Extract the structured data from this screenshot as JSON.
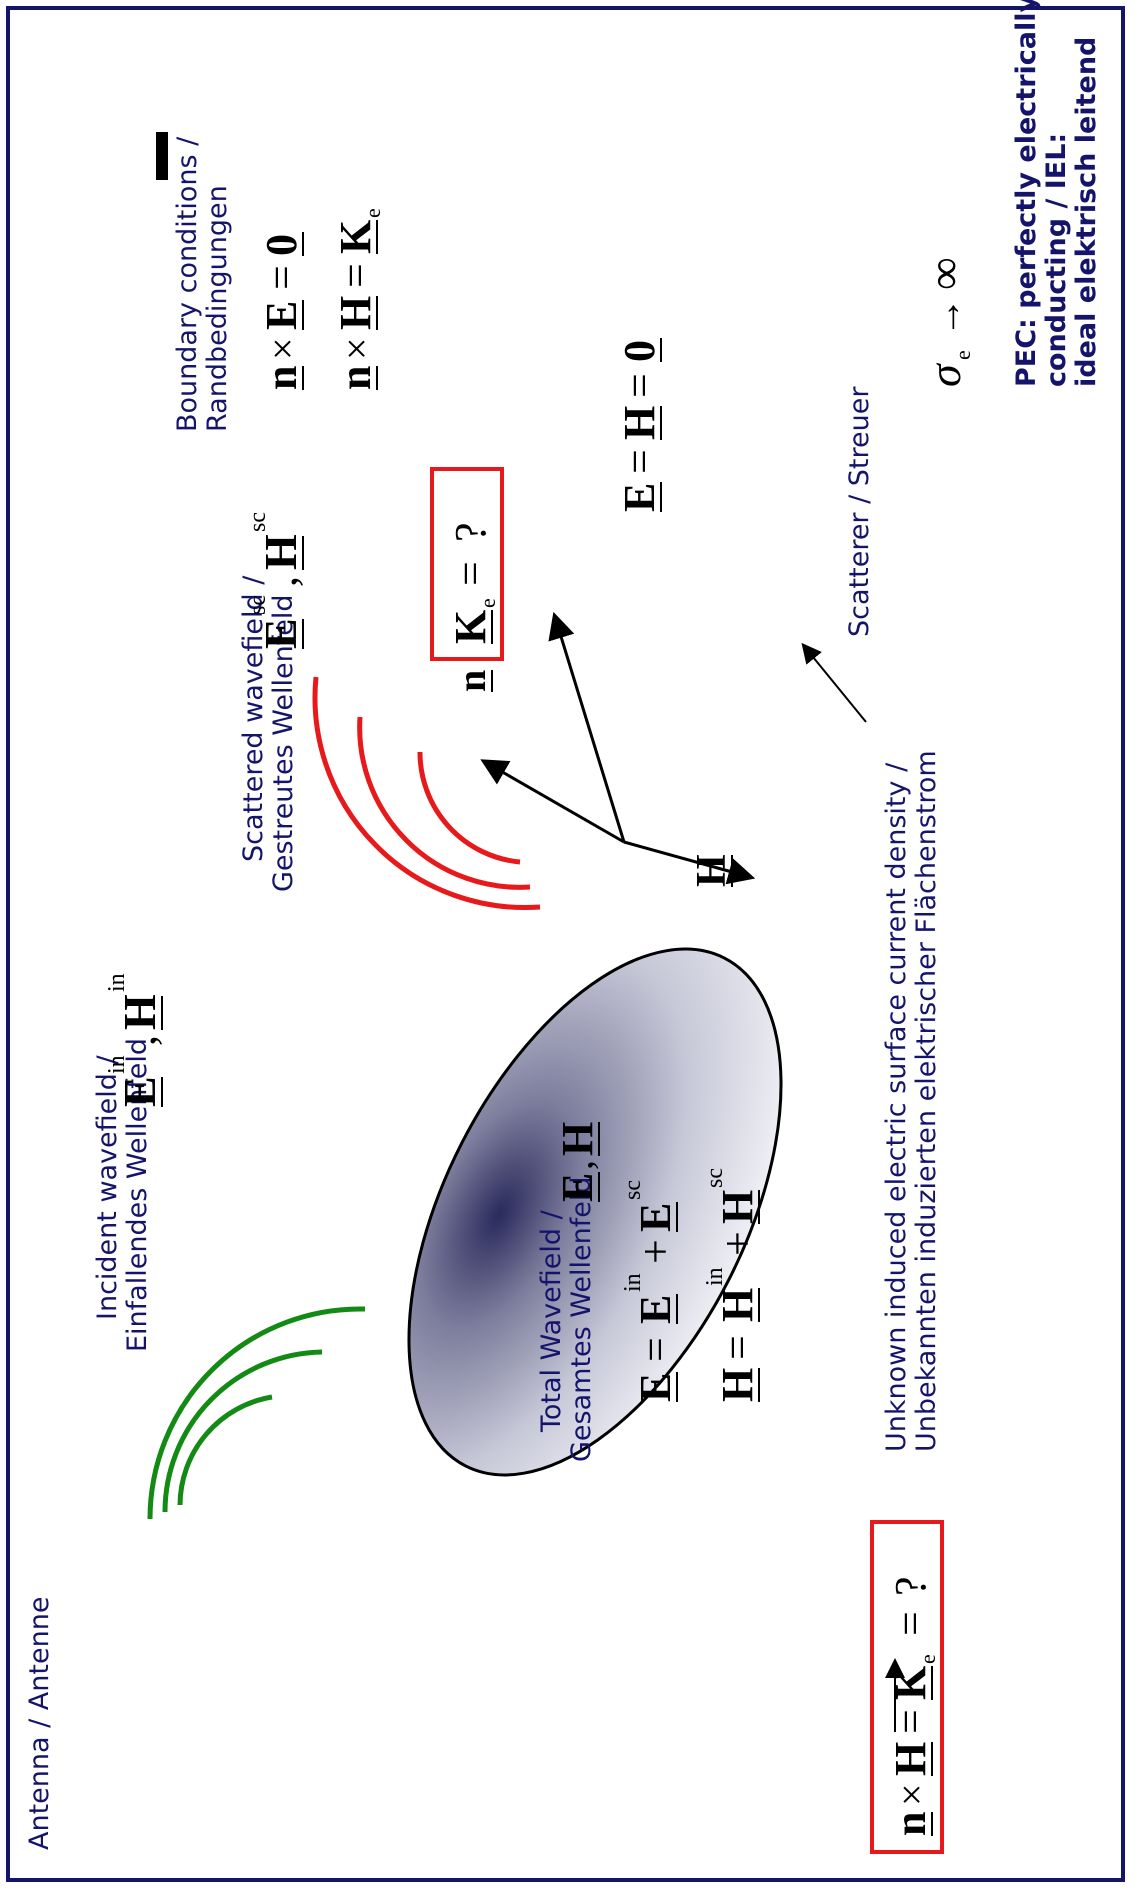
{
  "antenna": {
    "label": "Antenna / Antenne"
  },
  "incident": {
    "line1": "Incident wavefield /",
    "line2": "Einfallendes Wellenfeld",
    "E": "E",
    "sup_in": "in",
    "comma": ",",
    "H": "H"
  },
  "scattered": {
    "line1": "Scattered wavefield /",
    "line2": "Gestreutes Wellenfeld",
    "E": "E",
    "sup_sc": "sc",
    "comma": ",",
    "H": "H"
  },
  "boundary": {
    "line1": "Boundary conditions /",
    "line2": "Randbedingungen",
    "eq1_n": "n",
    "eq1_x": "×",
    "eq1_E": "E",
    "eq1_eq": "=",
    "eq1_0": "0",
    "eq2_n": "n",
    "eq2_x": "×",
    "eq2_H": "H",
    "eq2_eq": "=",
    "eq2_K": "K",
    "eq2_e": "e"
  },
  "total": {
    "line1": "Total Wavefield /",
    "line2": "Gesamtes Wellenfeld",
    "E": "E",
    "comma": ",",
    "H": "H",
    "eqE": {
      "lhs": "E",
      "eq": "=",
      "a": "E",
      "a_sup": "in",
      "plus": "+",
      "b": "E",
      "b_sup": "sc"
    },
    "eqH": {
      "lhs": "H",
      "eq": "=",
      "a": "H",
      "a_sup": "in",
      "plus": "+",
      "b": "H",
      "b_sup": "sc"
    }
  },
  "inner": {
    "E": "E",
    "eq1": "=",
    "H": "H",
    "eq2": "=",
    "zero": "0"
  },
  "normal_label": "n",
  "H_label": "H",
  "Ke_box": {
    "K": "K",
    "sub": "e",
    "eq": "=",
    "q": "?"
  },
  "bottom_box": {
    "n": "n",
    "x": "×",
    "H": "H",
    "eq": "=",
    "K": "K",
    "sub": "e",
    "eq2": "=",
    "q": "?"
  },
  "unknown": {
    "line1": "Unknown induced electric surface current density /",
    "line2": "Unbekannten induzierten elektrischer Flächenstrom"
  },
  "scatterer": {
    "label": "Scatterer / Streuer"
  },
  "sigma": {
    "sym": "σ",
    "sub": "e",
    "arrow": "→",
    "inf": "∞"
  },
  "pec": {
    "line1": "PEC: perfectly electrically",
    "line2": "conducting / IEL:",
    "line3": "ideal elektrisch leitend"
  },
  "colors": {
    "frame": "#15146b",
    "text": "#15146b",
    "incident_waves": "#138a13",
    "scattered_waves": "#e8191b",
    "box": "#e8191b"
  }
}
